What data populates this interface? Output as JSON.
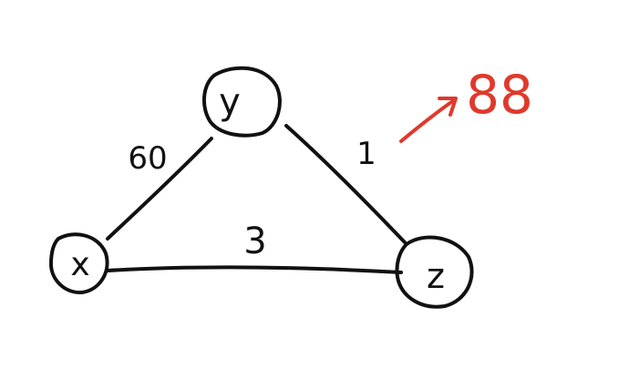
{
  "graph": {
    "nodes": [
      {
        "id": "y",
        "label": "y"
      },
      {
        "id": "x",
        "label": "x"
      },
      {
        "id": "z",
        "label": "z"
      }
    ],
    "edges": [
      {
        "from": "x",
        "to": "y",
        "weight": "60"
      },
      {
        "from": "y",
        "to": "z",
        "weight": "1"
      },
      {
        "from": "x",
        "to": "z",
        "weight": "3"
      }
    ]
  },
  "annotation": {
    "text": "88",
    "color": "#e0392b",
    "points_to_edge": "y-z"
  },
  "colors": {
    "ink": "#111111",
    "annotation": "#e0392b",
    "background": "#ffffff"
  }
}
